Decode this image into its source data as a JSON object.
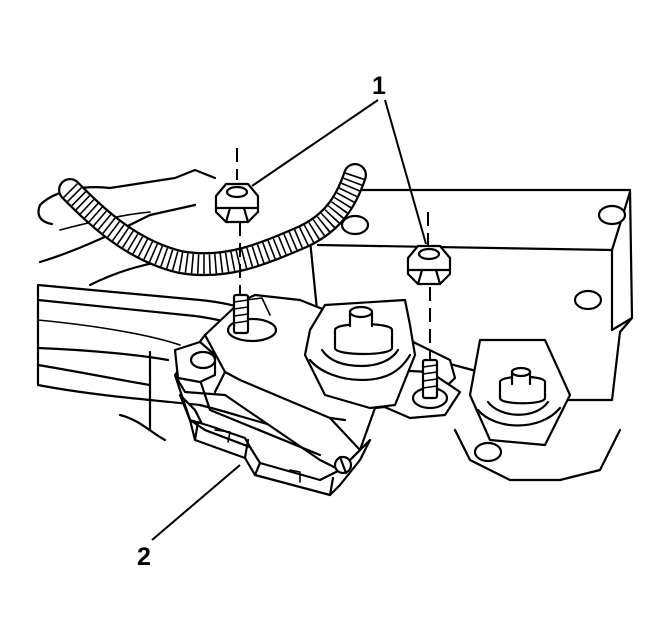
{
  "callouts": [
    {
      "id": "1",
      "text": "1",
      "part": "mounting-nuts"
    },
    {
      "id": "2",
      "text": "2",
      "part": "module-bracket"
    }
  ],
  "colors": {
    "line": "#000000",
    "background": "#ffffff"
  }
}
